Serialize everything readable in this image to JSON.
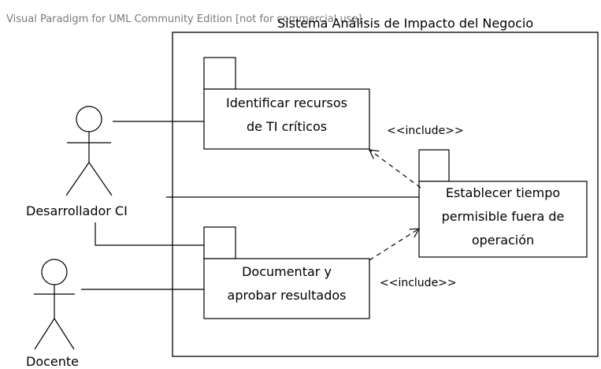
{
  "watermark": "Visual Paradigm for UML Community Edition [not for commercial use]",
  "system": {
    "title": "Sistema Análisis de Impacto del Negocio"
  },
  "actors": [
    {
      "name": "Desarrollador CI"
    },
    {
      "name": "Docente"
    }
  ],
  "use_cases": [
    {
      "line1": "Identificar recursos",
      "line2": "de TI críticos"
    },
    {
      "line1": "Establecer tiempo",
      "line2": "permisible fuera de",
      "line3": "operación"
    },
    {
      "line1": "Documentar y",
      "line2": "aprobar resultados"
    }
  ],
  "relations": [
    {
      "label": "<<include>>"
    },
    {
      "label": "<<include>>"
    }
  ]
}
